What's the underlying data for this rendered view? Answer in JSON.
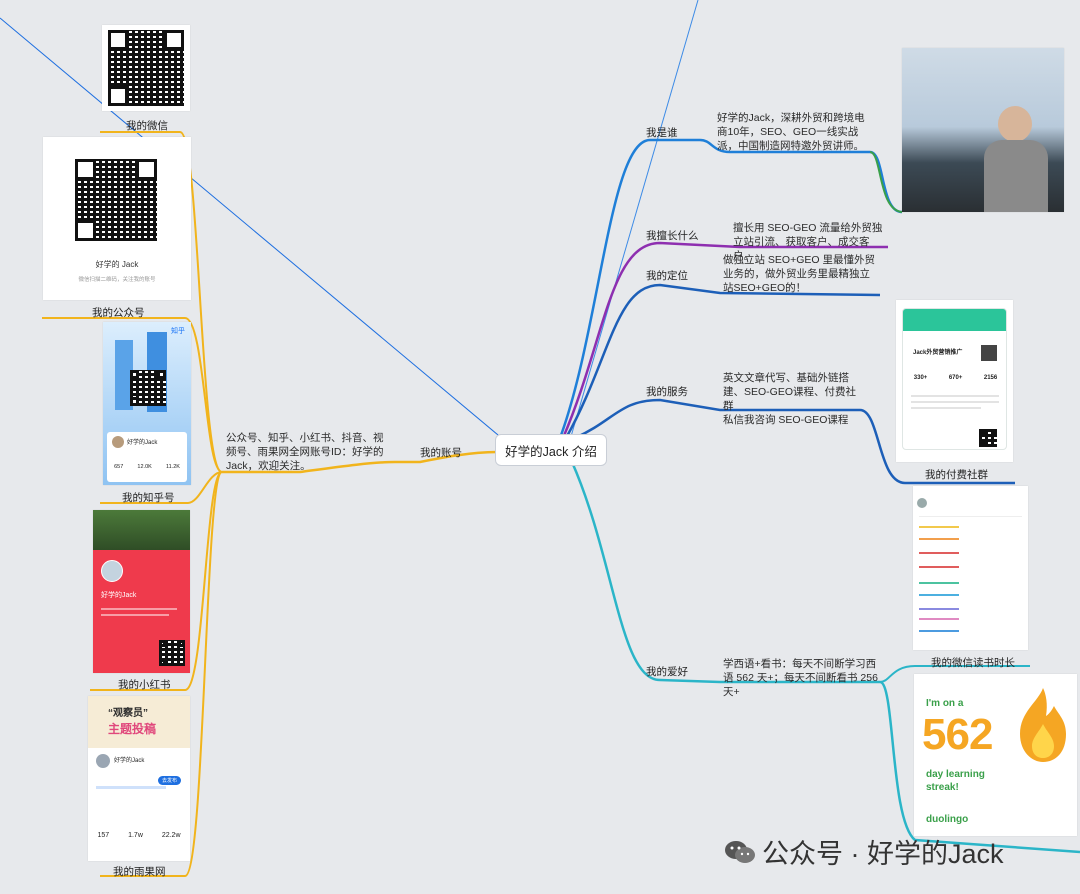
{
  "center": "好学的Jack 介绍",
  "left": {
    "branch": "我的账号",
    "description": "公众号、知乎、小红书、抖音、视频号、雨果网全网账号ID：好学的Jack，欢迎关注。",
    "wechat": {
      "label": "我的微信"
    },
    "gzh": {
      "label": "我的公众号",
      "name": "好学的 Jack",
      "hint": "微信扫描二维码，关注我的账号"
    },
    "zhihu": {
      "label": "我的知乎号",
      "brand": "知乎",
      "name": "好学的Jack",
      "stats": [
        "657",
        "12.0K",
        "11.2K"
      ]
    },
    "xhs": {
      "label": "我的小红书",
      "name": "好学的Jack"
    },
    "yuguo": {
      "label": "我的雨果网",
      "title1": "“观察员”",
      "title2": "主题投稿",
      "name": "好学的Jack",
      "stats": [
        "157",
        "1.7w",
        "22.2w"
      ],
      "btn": "去发布"
    }
  },
  "right": {
    "who": {
      "label": "我是谁",
      "text": "好学的Jack，深耕外贸和跨境电商10年，SEO、GEO一线实战派，中国制造网特邀外贸讲师。"
    },
    "skill": {
      "label": "我擅长什么",
      "text": "擅长用 SEO-GEO 流量给外贸独立站引流、获取客户、成交客户。"
    },
    "position": {
      "label": "我的定位",
      "text": "做独立站 SEO+GEO 里最懂外贸业务的，做外贸业务里最精独立站SEO+GEO的！"
    },
    "service": {
      "label": "我的服务",
      "text": "英文文章代写、基础外链搭建、SEO-GEO课程、付费社群\n私信我咨询 SEO-GEO课程",
      "community_label": "我的付费社群",
      "card_title": "Jack外贸营销推广",
      "card_stats": [
        "330+",
        "670+",
        "2156"
      ]
    },
    "hobby": {
      "label": "我的爱好",
      "text": "学西语+看书：每天不间断学习西语 562 天+；每天不间断看书 256 天+",
      "read_label": "我的微信读书时长",
      "streak_intro": "I'm on a",
      "streak_num": "562",
      "streak_text": "day learning streak!",
      "brand": "duolingo"
    }
  },
  "watermark": "公众号 · 好学的Jack",
  "colors": {
    "blue": "#1f7fd8",
    "purple": "#8e2fb0",
    "darkblue": "#1d5fb8",
    "teal": "#2bb5c8",
    "green": "#3aa04a",
    "yellow": "#f1b41c",
    "orange": "#f5a623"
  }
}
